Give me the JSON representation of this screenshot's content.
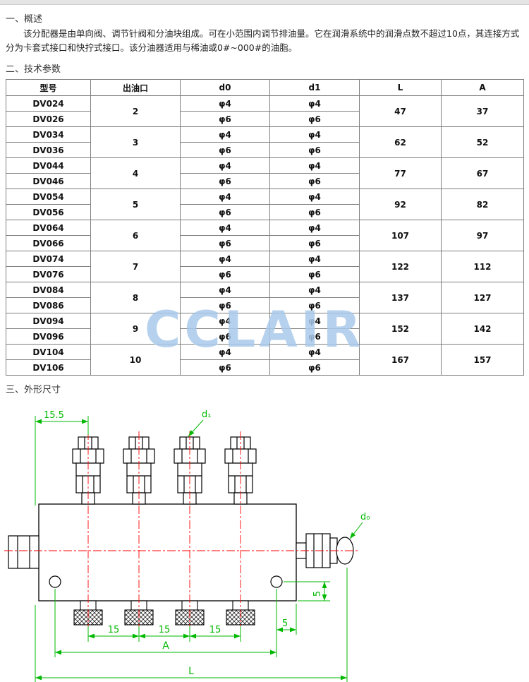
{
  "sections": {
    "overview": {
      "heading": "一、概述",
      "body": "该分配器是由单向阀、调节针阀和分油块组成。可在小范围内调节排油量。它在润滑系统中的润滑点数不超过10点，其连接方式分为卡套式接口和快拧式接口。该分油器适用与稀油或0#~000#的油脂。"
    },
    "parameters": {
      "heading": "二、技术参数"
    },
    "dimensions": {
      "heading": "三、外形尺寸"
    }
  },
  "watermark": {
    "text": "CCLAIR",
    "color": "#a9c9ea"
  },
  "table": {
    "headers": [
      "型号",
      "出油口",
      "d0",
      "d1",
      "L",
      "A"
    ],
    "groups": [
      {
        "models": [
          "DV024",
          "DV026"
        ],
        "outlets": "2",
        "d0": [
          "φ4",
          "φ6"
        ],
        "d1": [
          "φ4",
          "φ6"
        ],
        "L": "47",
        "A": "37"
      },
      {
        "models": [
          "DV034",
          "DV036"
        ],
        "outlets": "3",
        "d0": [
          "φ4",
          "φ6"
        ],
        "d1": [
          "φ4",
          "φ6"
        ],
        "L": "62",
        "A": "52"
      },
      {
        "models": [
          "DV044",
          "DV046"
        ],
        "outlets": "4",
        "d0": [
          "φ4",
          "φ6"
        ],
        "d1": [
          "φ4",
          "φ6"
        ],
        "L": "77",
        "A": "67"
      },
      {
        "models": [
          "DV054",
          "DV056"
        ],
        "outlets": "5",
        "d0": [
          "φ4",
          "φ6"
        ],
        "d1": [
          "φ4",
          "φ6"
        ],
        "L": "92",
        "A": "82"
      },
      {
        "models": [
          "DV064",
          "DV066"
        ],
        "outlets": "6",
        "d0": [
          "φ4",
          "φ6"
        ],
        "d1": [
          "φ4",
          "φ6"
        ],
        "L": "107",
        "A": "97"
      },
      {
        "models": [
          "DV074",
          "DV076"
        ],
        "outlets": "7",
        "d0": [
          "φ4",
          "φ6"
        ],
        "d1": [
          "φ4",
          "φ6"
        ],
        "L": "122",
        "A": "112"
      },
      {
        "models": [
          "DV084",
          "DV086"
        ],
        "outlets": "8",
        "d0": [
          "φ4",
          "φ6"
        ],
        "d1": [
          "φ4",
          "φ6"
        ],
        "L": "137",
        "A": "127"
      },
      {
        "models": [
          "DV094",
          "DV096"
        ],
        "outlets": "9",
        "d0": [
          "φ4",
          "φ6"
        ],
        "d1": [
          "φ4",
          "φ6"
        ],
        "L": "152",
        "A": "142"
      },
      {
        "models": [
          "DV104",
          "DV106"
        ],
        "outlets": "10",
        "d0": [
          "φ4",
          "φ6"
        ],
        "d1": [
          "φ4",
          "φ6"
        ],
        "L": "167",
        "A": "157"
      }
    ]
  },
  "drawing": {
    "dim_top": "15.5",
    "d1_label": "d₁",
    "d0_label": "d₀",
    "dim_5_vertical": "5",
    "dim_5_horizontal": "5",
    "dim_15": "15",
    "dim_A": "A",
    "dim_L": "L",
    "line_color_dimension": "#00b800",
    "line_color_centerline": "#ff0000"
  }
}
